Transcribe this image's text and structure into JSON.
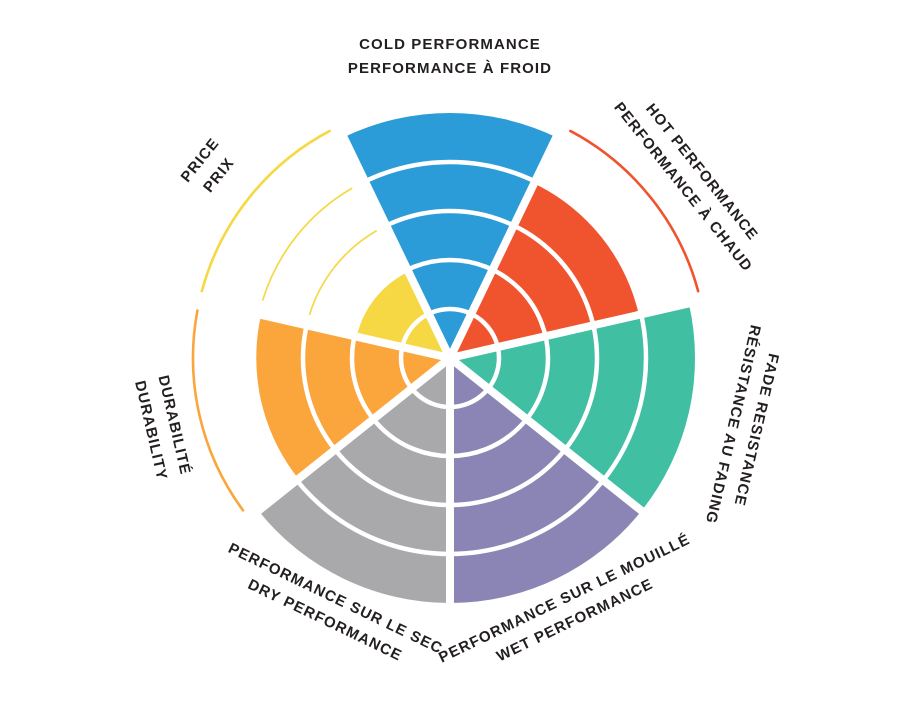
{
  "page": {
    "background": "#FFFFFF",
    "text_color": "#231F20"
  },
  "chart_data": {
    "type": "polar_wheel",
    "rings": 5,
    "max_value": 5,
    "legend": "none",
    "sectors": [
      {
        "id": "cold",
        "label_lines": [
          "COLD PERFORMANCE",
          "PERFORMANCE À FROID"
        ],
        "value": 5,
        "color": "#2B9CD8"
      },
      {
        "id": "hot",
        "label_lines": [
          "HOT PERFORMANCE",
          "PERFORMANCE À CHAUD"
        ],
        "value": 4,
        "color": "#F0542F"
      },
      {
        "id": "fade",
        "label_lines": [
          "FADE RESISTANCE",
          "RÉSISTANCE AU FADING"
        ],
        "value": 5,
        "color": "#40BFA3"
      },
      {
        "id": "wet",
        "label_lines": [
          "PERFORMANCE SUR LE MOUILLÉ",
          "WET PERFORMANCE"
        ],
        "value": 5,
        "color": "#8B85B5"
      },
      {
        "id": "dry",
        "label_lines": [
          "PERFORMANCE SUR LE SEC",
          "DRY PERFORMANCE"
        ],
        "value": 5,
        "color": "#A9A9AC"
      },
      {
        "id": "durability",
        "label_lines": [
          "DURABILITÉ",
          "DURABILITY"
        ],
        "value": 4,
        "color": "#FBA63C"
      },
      {
        "id": "price",
        "label_lines": [
          "PRICE",
          "PRIX"
        ],
        "value": 2,
        "color": "#F5D843"
      }
    ]
  }
}
